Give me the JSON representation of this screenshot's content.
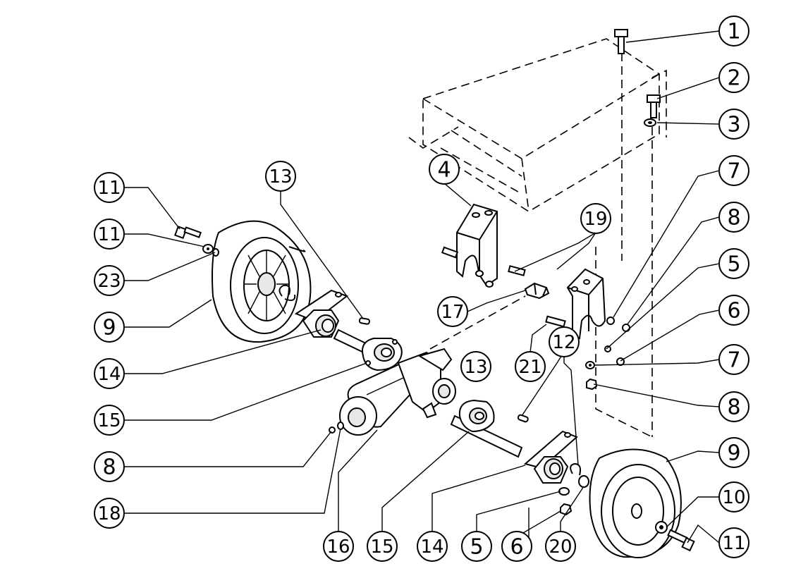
{
  "callouts": [
    {
      "label": "1"
    },
    {
      "label": "2"
    },
    {
      "label": "3"
    },
    {
      "label": "7"
    },
    {
      "label": "8"
    },
    {
      "label": "5"
    },
    {
      "label": "6"
    },
    {
      "label": "7"
    },
    {
      "label": "8"
    },
    {
      "label": "9"
    },
    {
      "label": "10"
    },
    {
      "label": "11"
    },
    {
      "label": "11"
    },
    {
      "label": "11"
    },
    {
      "label": "23"
    },
    {
      "label": "9"
    },
    {
      "label": "14"
    },
    {
      "label": "15"
    },
    {
      "label": "8"
    },
    {
      "label": "18"
    },
    {
      "label": "13"
    },
    {
      "label": "4"
    },
    {
      "label": "19"
    },
    {
      "label": "17"
    },
    {
      "label": "21"
    },
    {
      "label": "12"
    },
    {
      "label": "13"
    },
    {
      "label": "16"
    },
    {
      "label": "15"
    },
    {
      "label": "14"
    },
    {
      "label": "5"
    },
    {
      "label": "6"
    },
    {
      "label": "20"
    }
  ]
}
